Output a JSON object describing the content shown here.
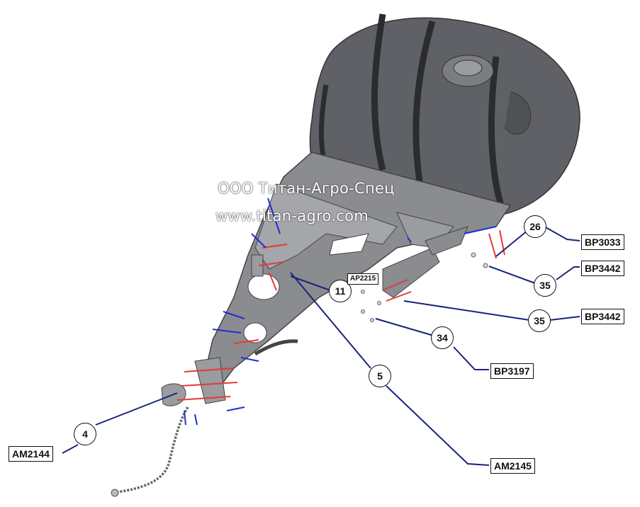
{
  "watermark": {
    "line1": "ООО Титан-Агро-Спец",
    "line2": "www.titan-agro.com"
  },
  "callouts": [
    {
      "id": "c26",
      "number": "26",
      "part": "BP3033"
    },
    {
      "id": "c35a",
      "number": "35",
      "part": "BP3442"
    },
    {
      "id": "c35b",
      "number": "35",
      "part": "BP3442"
    },
    {
      "id": "c34",
      "number": "34",
      "part": "BP3197"
    },
    {
      "id": "c11",
      "number": "11",
      "part": "AP2215"
    },
    {
      "id": "c5",
      "number": "5",
      "part": "AM2145"
    },
    {
      "id": "c4",
      "number": "4",
      "part": "AM2144"
    }
  ],
  "colors": {
    "leader": "#1a237e",
    "tank": "#5f6166",
    "frame": "#8a8c90",
    "hardware_red": "#e53935",
    "hardware_blue": "#1e2fd6"
  }
}
